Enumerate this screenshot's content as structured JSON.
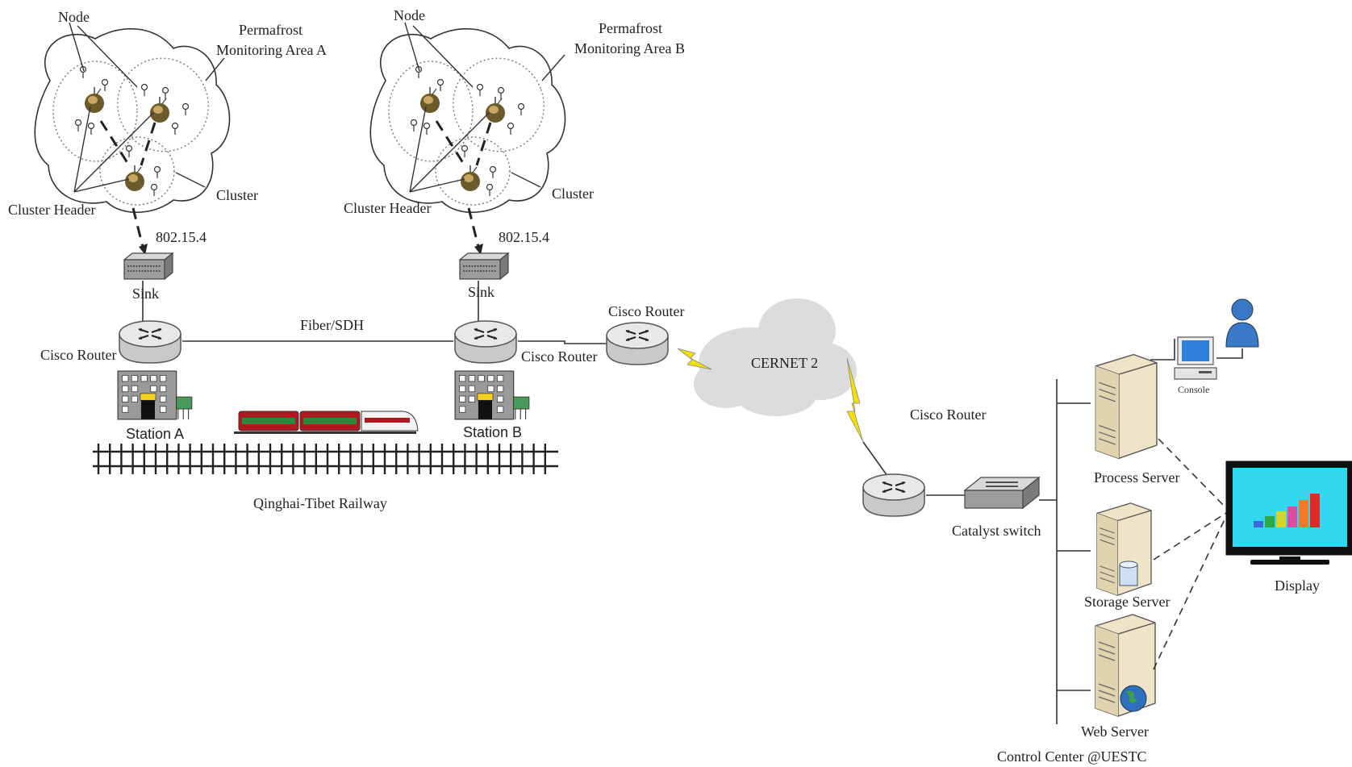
{
  "labels": {
    "node_a": "Node",
    "area_a": [
      "Permafrost",
      "Monitoring Area A"
    ],
    "cluster_a": "Cluster",
    "cluster_header_a": "Cluster Header",
    "protocol_a": "802.15.4",
    "sink_a": "Sink",
    "router_a": "Cisco Router",
    "station_a": "Station A",
    "link_fiber": "Fiber/SDH",
    "node_b": "Node",
    "area_b": [
      "Permafrost",
      "Monitoring Area B"
    ],
    "cluster_b": "Cluster",
    "cluster_header_b": "Cluster Header",
    "protocol_b": "802.15.4",
    "sink_b": "Sink",
    "router_b": "Cisco Router",
    "station_b": "Station B",
    "router_uplink": "Cisco Router",
    "cloud": "CERNET 2",
    "router_center": "Cisco Router",
    "switch": "Catalyst switch",
    "railway": "Qinghai-Tibet Railway",
    "process_server": "Process Server",
    "storage_server": "Storage Server",
    "web_server": "Web Server",
    "console": "Console",
    "display": "Display",
    "control_center": "Control Center @UESTC"
  },
  "colors": {
    "router_body": "#c9c9c9",
    "router_top": "#e8e8e8",
    "building": "#9a9a9a",
    "building_door": "#f2d21c",
    "train_red": "#b01820",
    "train_green": "#2a8a3a",
    "cloud": "#dcdcdc",
    "lightning": "#f4e000",
    "server_body": "#efe3c8",
    "monitor_screen": "#2f7fdc",
    "display_screen": "#32d8f0",
    "user_icon": "#3a78c8"
  }
}
